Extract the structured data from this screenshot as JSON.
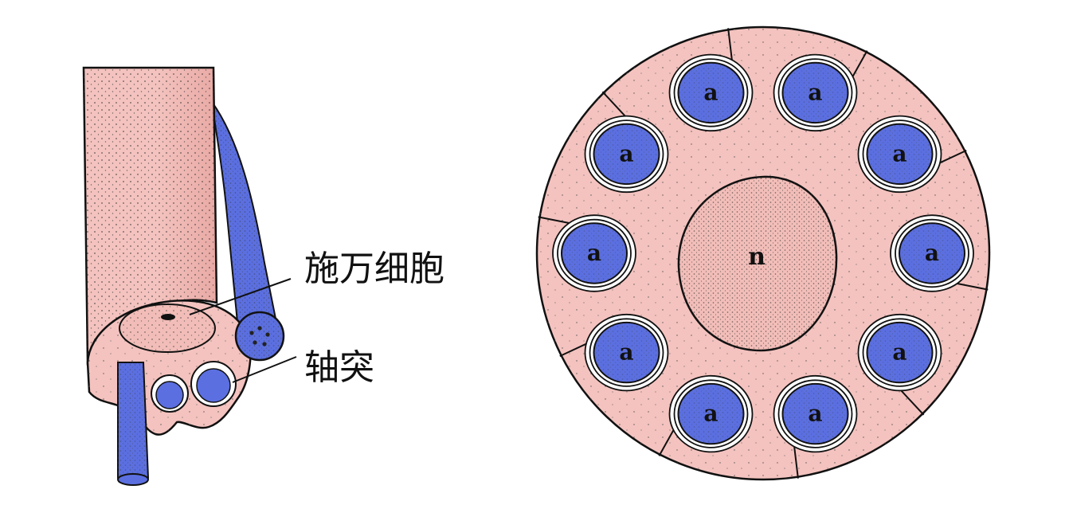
{
  "labels": {
    "schwann_cell": "施万细胞",
    "axon": "轴突"
  },
  "cross_section": {
    "nucleus_label": "n",
    "axon_label": "a",
    "axon_count": 10
  },
  "colors": {
    "cytoplasm": "#f4c3bf",
    "cytoplasm_light": "#f8dbd8",
    "axon_fill": "#5b6fe0",
    "axon_dark": "#3a4cc8",
    "outline": "#111111"
  }
}
